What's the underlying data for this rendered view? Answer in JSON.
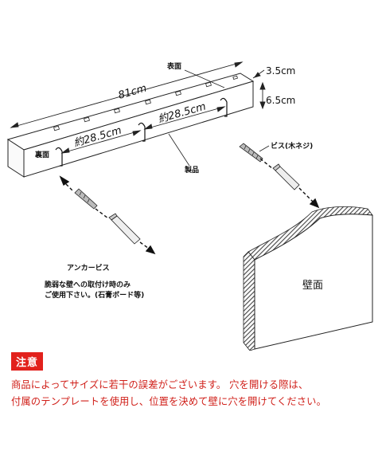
{
  "labels": {
    "front": "表面",
    "back": "裏面",
    "product": "製品",
    "screw": "ビス(木ネジ)",
    "anchor": "アンカービス",
    "anchor_note_1": "脆弱な壁への取付け時のみ",
    "anchor_note_2": "ご使用下さい。(石膏ボード等)",
    "wall": "壁面"
  },
  "dimensions": {
    "length": "81cm",
    "depth": "3.5cm",
    "height": "6.5cm",
    "pitch_left": "約28.5cm",
    "pitch_right": "約28.5cm"
  },
  "notice": {
    "title": "注意",
    "line1": "商品によってサイズに若干の誤差がございます。 穴を開ける際は、",
    "line2": "付属のテンプレートを使用し、位置を決めて壁に穴を開けてください。"
  },
  "colors": {
    "notice_red": "#e2211c",
    "wall_hatch": "#555555"
  }
}
